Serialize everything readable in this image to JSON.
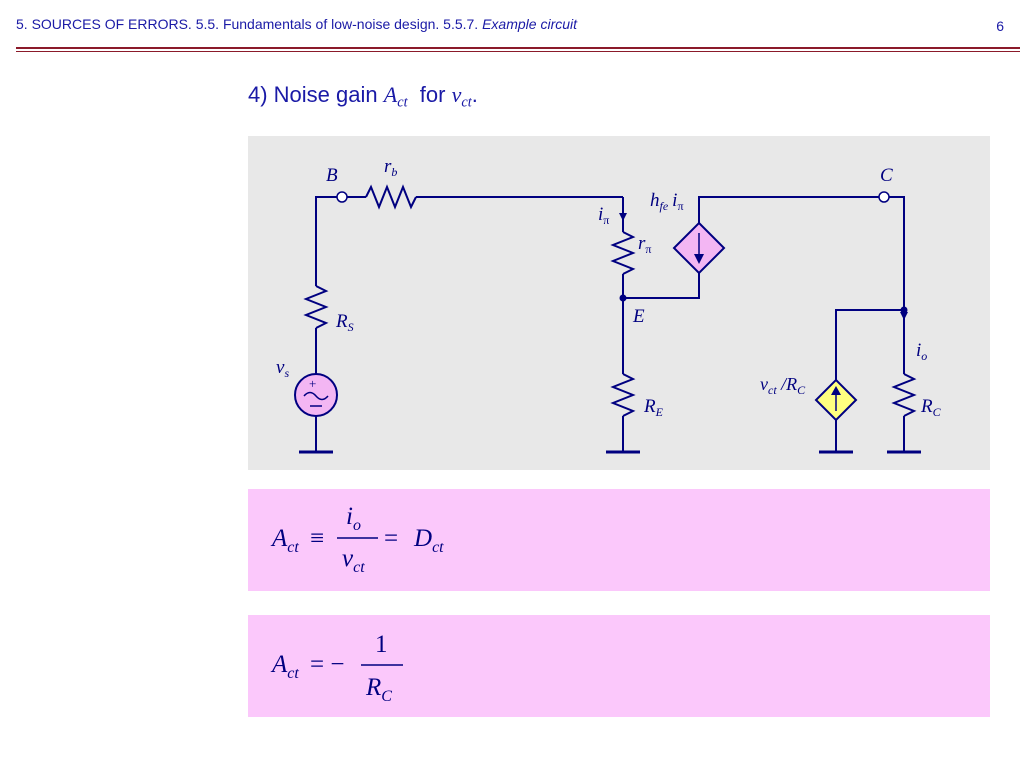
{
  "header": {
    "breadcrumb": "5. SOURCES OF ERRORS. 5.5. Fundamentals of low-noise design. 5.5.7.",
    "section": "Example circuit",
    "page_number": "6"
  },
  "title": {
    "prefix": "4) Noise gain",
    "symbol": "A",
    "symbol_sub": "ct",
    "mid": "for",
    "var": "v",
    "var_sub": "ct",
    "suffix": "."
  },
  "circuit": {
    "node_b": "B",
    "node_c": "C",
    "node_e": "E",
    "rb": "r",
    "rb_sub": "b",
    "rpi": "r",
    "rpi_sub": "π",
    "ipi": "i",
    "ipi_sub": "π",
    "hfe": "h",
    "hfe_sub": "fe",
    "hfe_i": "i",
    "hfe_i_sub": "π",
    "rs": "R",
    "rs_sub": "S",
    "vs": "v",
    "vs_sub": "s",
    "re": "R",
    "re_sub": "E",
    "io": "i",
    "io_sub": "o",
    "src": "v",
    "src_sub": "ct",
    "src_rest": " /R",
    "src_rest_sub": "C",
    "rc": "R",
    "rc_sub": "C"
  },
  "equation1": {
    "lhs": "A",
    "lhs_sub": "ct",
    "op": "≡",
    "num": "i",
    "num_sub": "o",
    "den": "v",
    "den_sub": "ct",
    "eq": "=",
    "rhs": "D",
    "rhs_sub": "ct"
  },
  "equation2": {
    "lhs": "A",
    "lhs_sub": "ct",
    "op": "= −",
    "num": "1",
    "den": "R",
    "den_sub": "C"
  },
  "colors": {
    "wire": "#000080",
    "panel": "#e8e8e8",
    "eq_box": "#fbc8fb",
    "source_fill": "#f3b6f3",
    "ctl_fill": "#ffff80",
    "rule": "#8b1a2a"
  }
}
